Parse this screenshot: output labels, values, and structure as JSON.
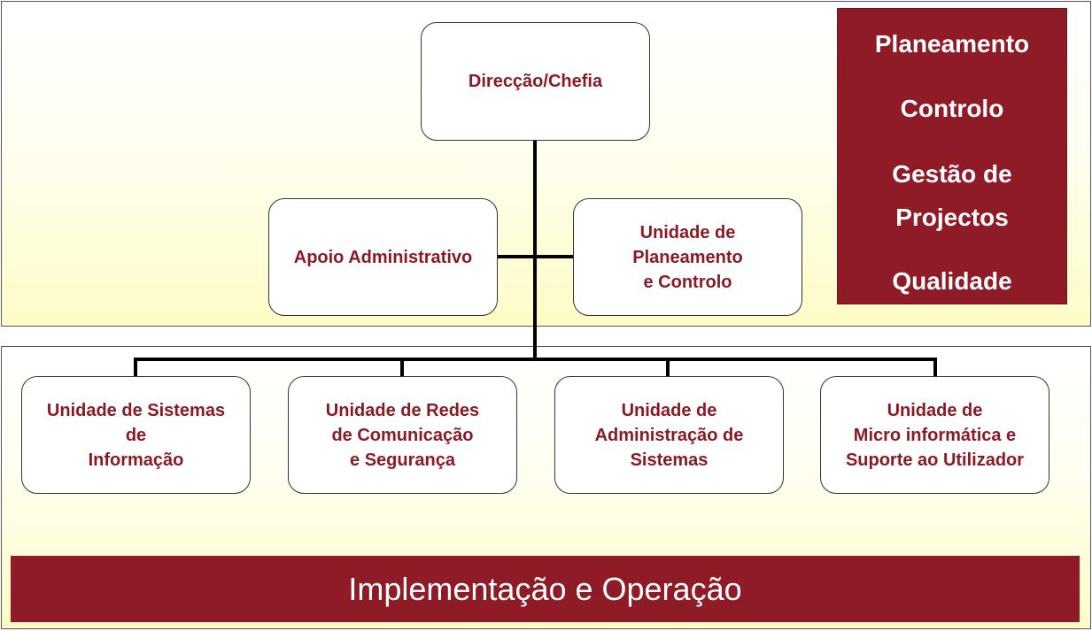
{
  "org_chart": {
    "top": "Direcção/Chefia",
    "staff_left": "Apoio Administrativo",
    "staff_right": "Unidade de\nPlaneamento\ne Controlo",
    "units": [
      "Unidade de Sistemas\nde\nInformação",
      "Unidade de Redes\nde Comunicação\ne Segurança",
      "Unidade de\nAdministração de\nSistemas",
      "Unidade de\nMicro informática e\nSuporte ao Utilizador"
    ]
  },
  "aside": {
    "items": [
      "Planeamento",
      "Controlo",
      "Gestão de",
      "Projectos",
      "Qualidade"
    ]
  },
  "footer": {
    "label": "Implementação e Operação"
  },
  "colors": {
    "accent": "#8e1b26",
    "node_text": "#8b1a25",
    "panel_bottom": "#fdfcc6"
  }
}
